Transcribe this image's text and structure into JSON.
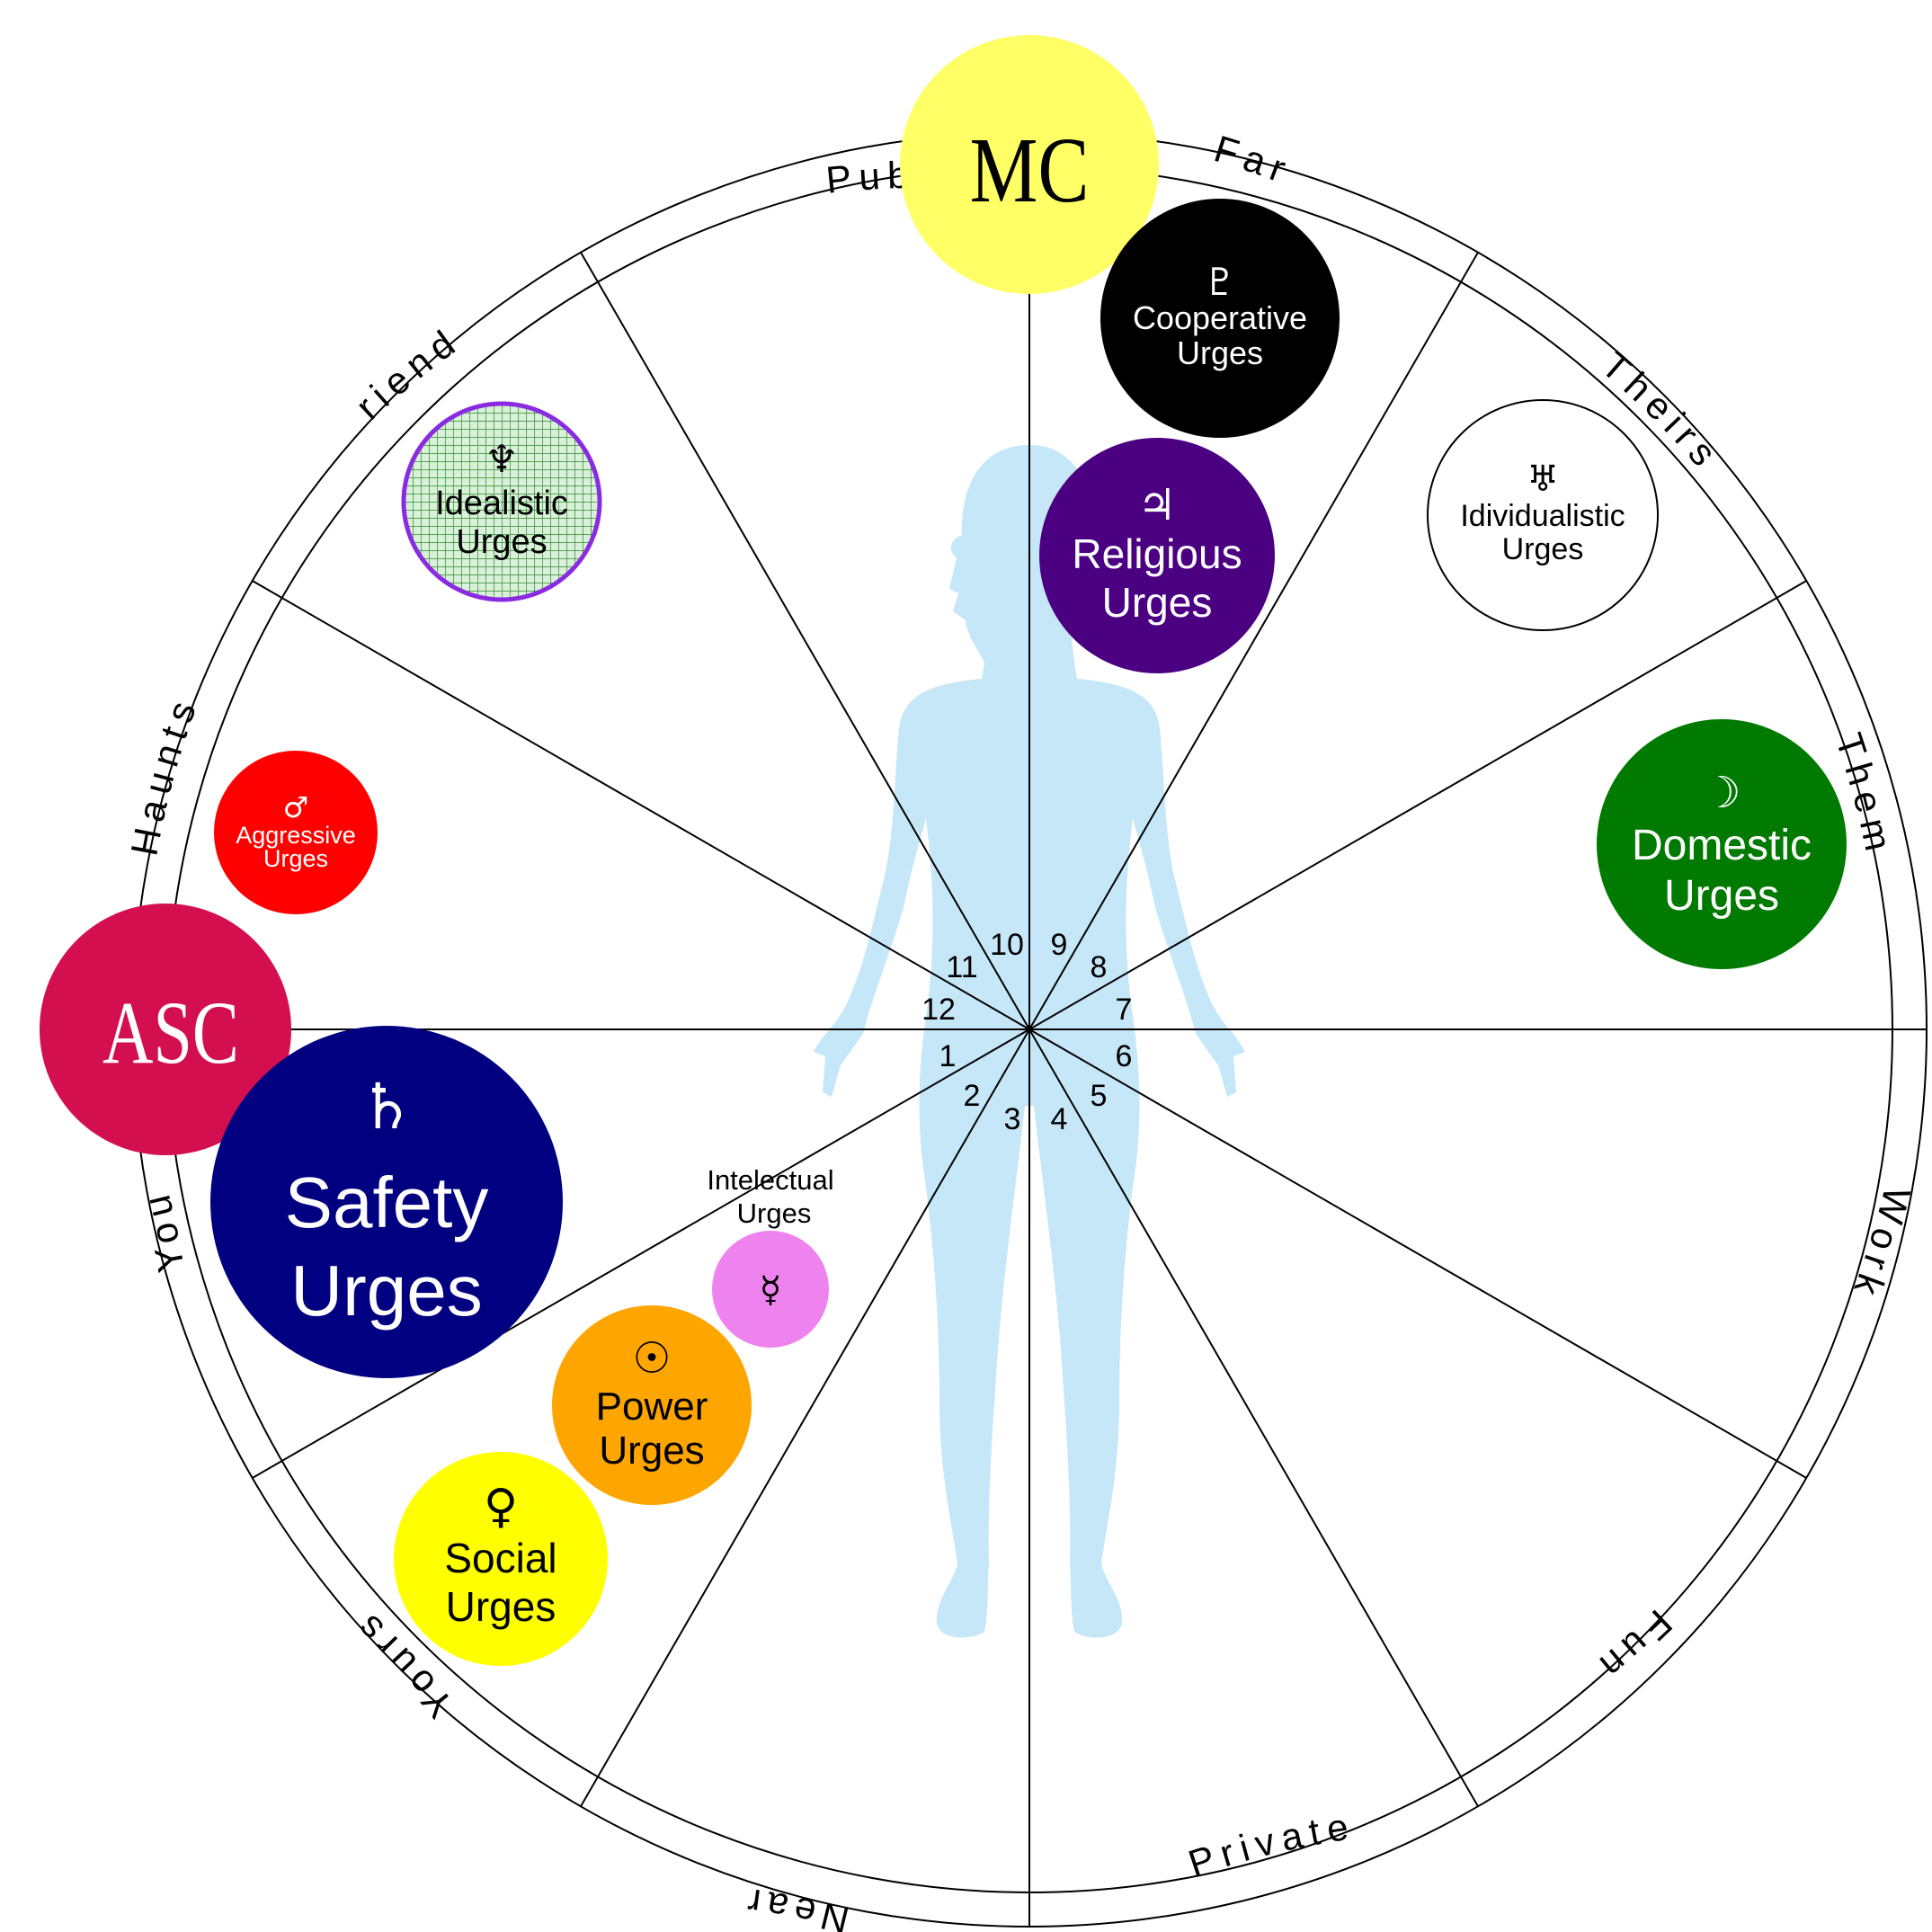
{
  "houses": [
    "1",
    "2",
    "3",
    "4",
    "5",
    "6",
    "7",
    "8",
    "9",
    "10",
    "11",
    "12"
  ],
  "ring_labels": {
    "public": "Public",
    "far": "Far",
    "theirs": "Theirs",
    "them": "Them",
    "work": "Work",
    "fun": "Fun",
    "private": "Private",
    "near": "Near",
    "yours": "Yours",
    "you": "You",
    "haunts": "Haunts",
    "friends": "Friends"
  },
  "angles": {
    "mc": "MC",
    "asc": "ASC"
  },
  "planets": {
    "pluto": {
      "symbol": "♇",
      "line1": "Cooperative",
      "line2": "Urges",
      "fill": "#000000",
      "text_color": "#ffffff"
    },
    "jupiter": {
      "symbol": "♃",
      "line1": "Religious",
      "line2": "Urges",
      "fill": "#4b0082",
      "text_color": "#ffffff"
    },
    "uranus": {
      "symbol": "♅",
      "line1": "Idividualistic",
      "line2": "Urges",
      "fill": "#ffffff",
      "text_color": "#000000"
    },
    "neptune": {
      "symbol": "♆",
      "line1": "Idealistic",
      "line2": "Urges",
      "fill": "#d9f0d9",
      "text_color": "#000000"
    },
    "mars": {
      "symbol": "♂",
      "line1": "Aggressive",
      "line2": "Urges",
      "fill": "#ff0000",
      "text_color": "#ffffff"
    },
    "moon": {
      "symbol": "☽",
      "line1": "Domestic",
      "line2": "Urges",
      "fill": "#007a00",
      "text_color": "#ffffff"
    },
    "saturn": {
      "symbol": "♄",
      "line1": "Safety",
      "line2": "Urges",
      "fill": "#000080",
      "text_color": "#ffffff"
    },
    "mercury": {
      "symbol": "☿",
      "line1": "Intelectual",
      "line2": "Urges",
      "fill": "#ee82ee",
      "text_color": "#000000"
    },
    "sun": {
      "symbol": "☉",
      "line1": "Power",
      "line2": "Urges",
      "fill": "#ffa500",
      "text_color": "#000000"
    },
    "venus": {
      "symbol": "♀",
      "line1": "Social",
      "line2": "Urges",
      "fill": "#ffff00",
      "text_color": "#000000"
    }
  },
  "colors": {
    "mc": "#ffff66",
    "asc": "#d40f4f",
    "figure": "#c6e7f8",
    "neptune_border": "#8a2be2",
    "neptune_grid": "#2e8b2e"
  }
}
